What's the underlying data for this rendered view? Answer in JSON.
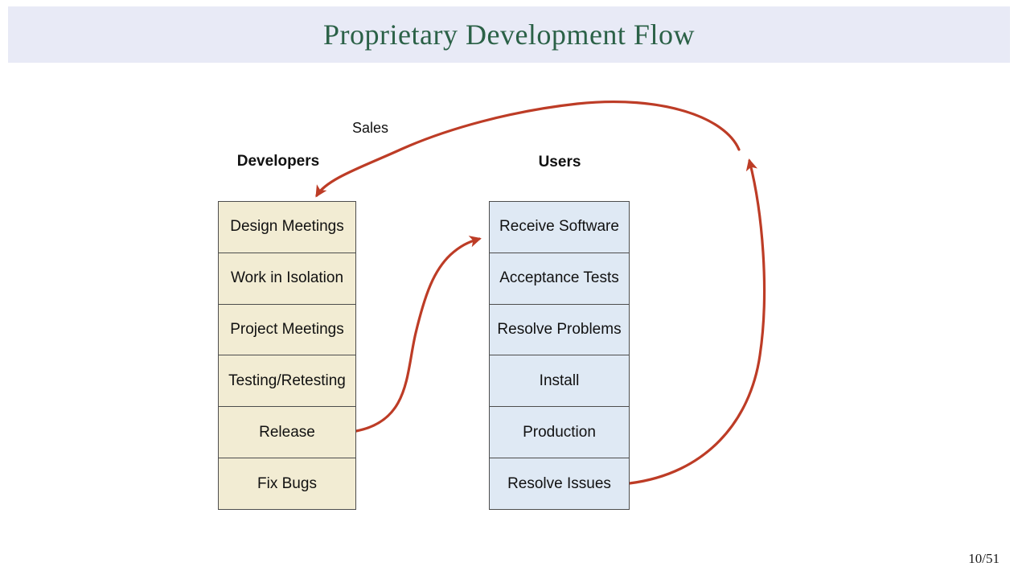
{
  "slide": {
    "title": "Proprietary Development Flow",
    "title_color": "#2b6147",
    "titlebar_bg": "#e8eaf6",
    "page_number": "10/51"
  },
  "diagram": {
    "sales_label": "Sales",
    "arrow_color": "#bd3c26",
    "box_border_color": "#4d4d4d",
    "arrows": [
      {
        "name": "sales-arrow",
        "from": "cycle-top-right",
        "to": "Design Meetings"
      },
      {
        "name": "release-to-receive-arrow",
        "from": "Release",
        "to": "Receive Software"
      },
      {
        "name": "resolve-issues-cycle-arrow",
        "from": "Resolve Issues",
        "to": "sales-arrow-start"
      }
    ],
    "columns": [
      {
        "id": "developers",
        "label": "Developers",
        "fill": "#f2ecd3",
        "items": [
          "Design Meetings",
          "Work in Isolation",
          "Project Meetings",
          "Testing/Retesting",
          "Release",
          "Fix Bugs"
        ]
      },
      {
        "id": "users",
        "label": "Users",
        "fill": "#dfe9f4",
        "items": [
          "Receive Software",
          "Acceptance Tests",
          "Resolve Problems",
          "Install",
          "Production",
          "Resolve Issues"
        ]
      }
    ]
  }
}
